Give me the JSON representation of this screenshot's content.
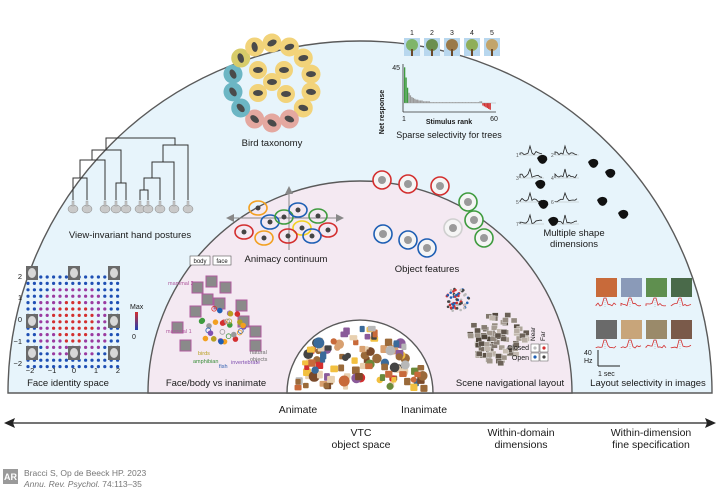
{
  "colors": {
    "outer_arc_fill": "#e7f4fb",
    "middle_arc_fill": "#f4e9f2",
    "inner_arc_fill": "#ffffff",
    "arc_stroke": "#5a5a5a",
    "accent_red": "#d32f2f",
    "accent_blue": "#1e5fb4",
    "accent_green": "#3f9b3f"
  },
  "outer_panels": {
    "bird_taxonomy": "Bird taxonomy",
    "sparse_selectivity": "Sparse selectivity for trees",
    "hand_postures": "View-invariant hand postures",
    "multiple_shape": [
      "Multiple shape",
      "dimensions"
    ],
    "face_identity": "Face identity space",
    "layout_selectivity": "Layout selectivity in images"
  },
  "middle_panels": {
    "animacy": "Animacy continuum",
    "object_features": "Object features",
    "face_body": "Face/body vs inanimate",
    "scene_nav": "Scene navigational layout"
  },
  "inner": {
    "animate": "Animate",
    "inanimate": "Inanimate"
  },
  "sparse_chart": {
    "tree_numbers": [
      "1",
      "2",
      "3",
      "4",
      "5"
    ],
    "ylabel": "Net response",
    "ytick_top": "45",
    "xlabel": "Stimulus rank",
    "xtick_left": "1",
    "xtick_right": "60"
  },
  "face_space": {
    "xticks": [
      "−2",
      "−1",
      "0",
      "1",
      "2"
    ],
    "yticks": [
      "2",
      "1",
      "0",
      "−1",
      "−2"
    ],
    "legend_max": "Max",
    "legend_min": "0"
  },
  "face_body_labels": {
    "body": "body",
    "face": "face",
    "mammal2": "mammal 2",
    "mammal1": "mammal 1",
    "birds": "birds",
    "amphibian": "amphibian",
    "fish": "fish",
    "invertebrate": "invertebrate",
    "natural_objects": [
      "natural",
      "objects"
    ]
  },
  "scene_labels": {
    "near": "Near",
    "far": "Far",
    "closed": "Closed",
    "open": "Open"
  },
  "layout_chart": {
    "hz_value": "40",
    "hz_unit": "Hz",
    "time_scale": "1 sec"
  },
  "shape_dims": {
    "nums": [
      "1",
      "2",
      "3",
      "4",
      "5",
      "6",
      "7",
      "8"
    ]
  },
  "axis": {
    "vtc": [
      "VTC",
      "object space"
    ],
    "within_domain": [
      "Within-domain",
      "dimensions"
    ],
    "within_dimension": [
      "Within-dimension",
      "fine specification"
    ]
  },
  "citation": {
    "logo_text": "AR",
    "line1": "Bracci S, Op de Beeck HP. 2023",
    "line2_journal": "Annu. Rev. Psychol.",
    "line2_ref": " 74:113–35"
  }
}
